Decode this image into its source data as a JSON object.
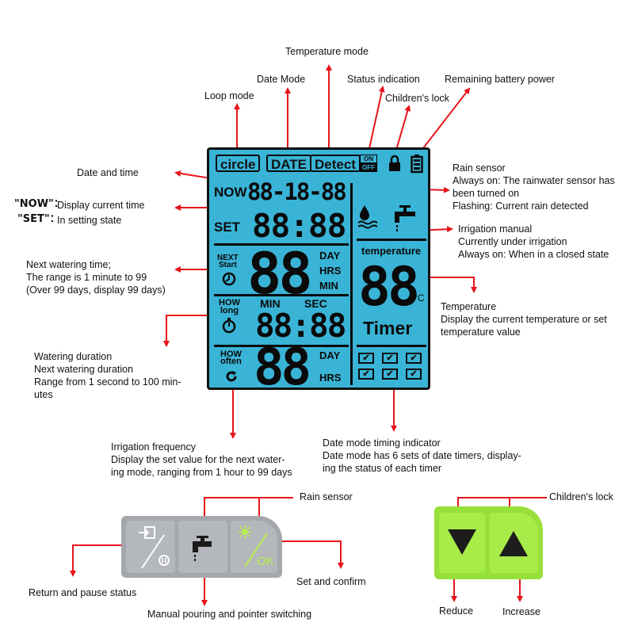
{
  "lcd": {
    "top_labels": {
      "circle": "circle",
      "date": "DATE",
      "detect": "Detect",
      "on": "ON",
      "off": "OFF"
    },
    "now_label": "NOW",
    "date_digits": "88-18-88",
    "set_label": "SET",
    "time_digits": "88:88",
    "next_start": {
      "line1": "NEXT",
      "line2": "Start",
      "digits": "88",
      "unit_day": "DAY",
      "unit_hrs": "HRS",
      "unit_min": "MIN"
    },
    "how_long": {
      "line1": "HOW",
      "line2": "long",
      "min": "MIN",
      "sec": "SEC",
      "digits": "88:88"
    },
    "how_often": {
      "line1": "HOW",
      "line2": "often",
      "digits": "88",
      "unit_day": "DAY",
      "unit_hrs": "HRS"
    },
    "temperature_label": "temperature",
    "temperature_digits": "88",
    "celsius": "°C",
    "timer_label": "Timer",
    "timer_checks": 6
  },
  "annotations": {
    "temperature_mode": "Temperature mode",
    "date_mode": "Date Mode",
    "status_indication": "Status indication",
    "remaining_battery": "Remaining battery power",
    "loop_mode": "Loop mode",
    "childrens_lock_top": "Children's lock",
    "date_and_time": "Date and time",
    "now_key": "\"NOW\"：",
    "now_desc": "Display current time",
    "set_key": "\"SET\"：",
    "set_desc": "In setting state",
    "rain_sensor_block": "Rain sensor\nAlways on: The rainwater sensor has\nbeen turned on\nFlashing: Current rain detected",
    "irrigation_block": "Irrigation manual\nCurrently under irrigation\nAlways on: When in a closed state",
    "next_watering_block": "Next watering time;\nThe range is 1 minute to 99\n(Over 99 days, display 99 days)",
    "temperature_block": "Temperature\nDisplay the current temperature or set\ntemperature value",
    "watering_duration_block": "Watering duration\nNext watering duration\nRange from 1 second to 100 min-\nutes",
    "irrigation_frequency_block": "Irrigation frequency\nDisplay the set value for the next water-\ning mode, ranging from 1 hour to 99 days",
    "date_mode_timing_block": "Date mode timing indicator\nDate mode has 6 sets of date timers, display-\ning the status of each timer",
    "rain_sensor_bottom": "Rain sensor",
    "childrens_lock_bottom": "Children's lock",
    "return_pause": "Return and pause status",
    "set_confirm": "Set and confirm",
    "manual_pouring": "Manual pouring and pointer switching",
    "reduce": "Reduce",
    "increase": "Increase"
  },
  "keypad_left": {
    "ok": "OK"
  },
  "colors": {
    "lcd": "#39b4d6",
    "arrow": "#e8141b",
    "keypad_grey": "#a4a7ab",
    "keypad_green": "#97e03a"
  }
}
